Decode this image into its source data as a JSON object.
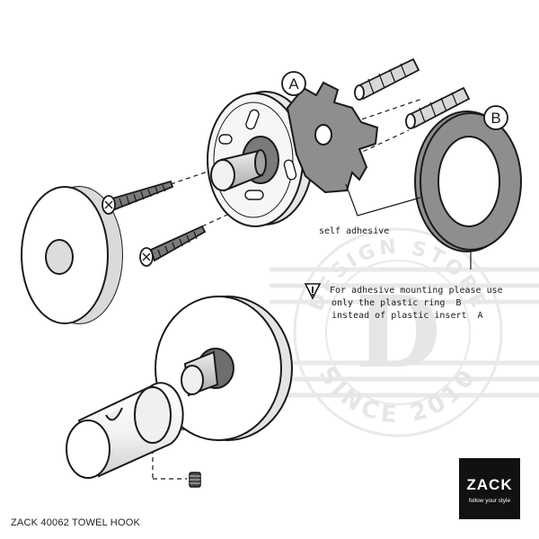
{
  "labels": {
    "part_a": "A",
    "part_b": "B",
    "self_adhesive": "self adhesive",
    "note_line1": "For adhesive mounting please use",
    "note_line2": "only the plastic ring  B",
    "note_line3": "instead of plastic insert  A"
  },
  "watermark": {
    "top_text": "DESIGN STORE",
    "bottom_text": "SINCE 2010",
    "letter": "D"
  },
  "footer": {
    "product_title": "ZACK 40062 TOWEL HOOK"
  },
  "logo": {
    "brand": "ZACK",
    "tagline": "follow your style"
  },
  "colors": {
    "line": "#1a1a1a",
    "gray_part": "#8e8e8e",
    "dark_gray": "#555555",
    "watermark": "#e9e9e9",
    "logo_bg": "#111111"
  }
}
